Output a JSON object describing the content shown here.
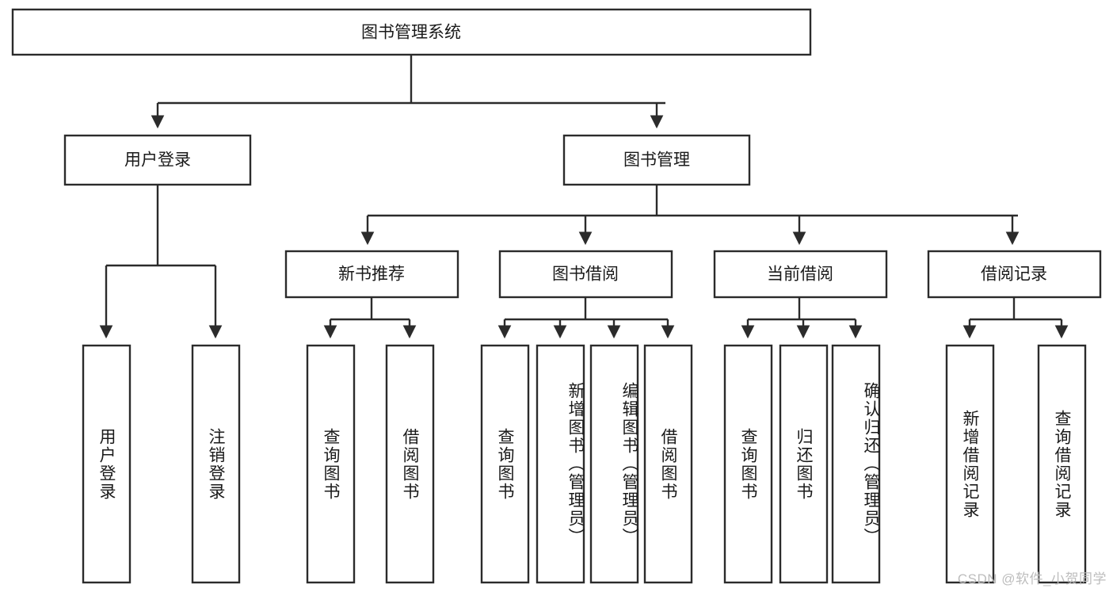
{
  "diagram": {
    "title": "图书管理系统",
    "type": "tree-hierarchy-chart",
    "watermark": "CSDN @软件_小贺同学",
    "colors": {
      "box_stroke": "#2b2b2b",
      "box_fill": "#ffffff",
      "line": "#2b2b2b",
      "text": "#1a1a1a",
      "watermark": "#bdbdbd",
      "background": "#ffffff"
    },
    "levels": {
      "root": {
        "label": "图书管理系统"
      },
      "level2": [
        {
          "label": "用户登录"
        },
        {
          "label": "图书管理"
        }
      ],
      "level3": [
        {
          "label": "新书推荐"
        },
        {
          "label": "图书借阅"
        },
        {
          "label": "当前借阅"
        },
        {
          "label": "借阅记录"
        }
      ],
      "leaves": {
        "user_login": [
          {
            "label": "用户登录"
          },
          {
            "label": "注销登录"
          }
        ],
        "new_book_recommend": [
          {
            "label": "查询图书"
          },
          {
            "label": "借阅图书"
          }
        ],
        "book_borrow": [
          {
            "label": "查询图书"
          },
          {
            "label": "新增图书（管理员）"
          },
          {
            "label": "编辑图书（管理员）"
          },
          {
            "label": "借阅图书"
          }
        ],
        "current_borrow": [
          {
            "label": "查询图书"
          },
          {
            "label": "归还图书"
          },
          {
            "label": "确认归还（管理员）"
          }
        ],
        "borrow_record": [
          {
            "label": "新增借阅记录"
          },
          {
            "label": "查询借阅记录"
          }
        ]
      }
    }
  }
}
